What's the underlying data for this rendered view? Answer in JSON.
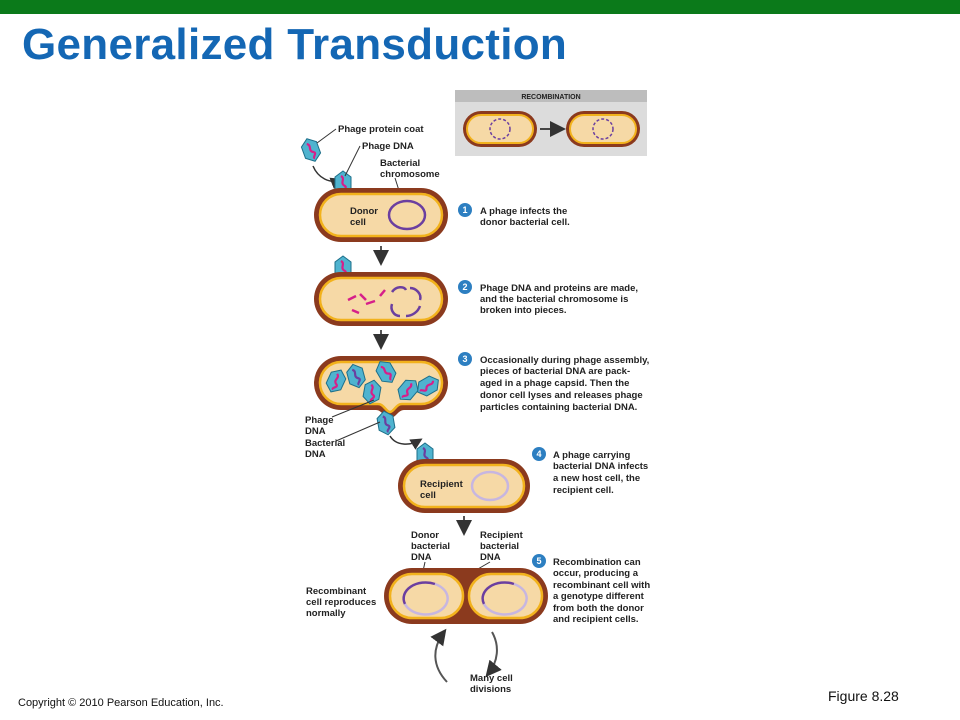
{
  "slide": {
    "title": "Generalized Transduction",
    "copyright": "Copyright © 2010 Pearson Education, Inc.",
    "figure": "Figure 8.28"
  },
  "diagram": {
    "recombination_header": "RECOMBINATION",
    "labels": {
      "phage_protein_coat": "Phage protein coat",
      "phage_dna": "Phage DNA",
      "bacterial_chromosome": [
        "Bacterial",
        "chromosome"
      ],
      "donor_cell": [
        "Donor",
        "cell"
      ],
      "phage_dna_2": [
        "Phage",
        "DNA"
      ],
      "bacterial_dna": [
        "Bacterial",
        "DNA"
      ],
      "recipient_cell": [
        "Recipient",
        "cell"
      ],
      "donor_bacterial_dna": [
        "Donor",
        "bacterial",
        "DNA"
      ],
      "recipient_bacterial_dna": [
        "Recipient",
        "bacterial",
        "DNA"
      ],
      "recombinant_cell": [
        "Recombinant",
        "cell reproduces",
        "normally"
      ],
      "many_cell_divisions": [
        "Many cell",
        "divisions"
      ]
    },
    "steps": [
      {
        "num": "1",
        "lines": [
          "A phage infects the",
          "donor bacterial cell."
        ]
      },
      {
        "num": "2",
        "lines": [
          "Phage DNA and proteins are made,",
          "and the bacterial chromosome is",
          "broken into pieces."
        ]
      },
      {
        "num": "3",
        "lines": [
          "Occasionally during phage assembly,",
          "pieces of bacterial DNA are pack-",
          "aged in a phage capsid. Then the",
          "donor cell lyses and releases phage",
          "particles containing bacterial DNA."
        ]
      },
      {
        "num": "4",
        "lines": [
          "A phage carrying",
          "bacterial DNA infects",
          "a new host cell, the",
          "recipient cell."
        ]
      },
      {
        "num": "5",
        "lines": [
          "Recombination can",
          "occur, producing a",
          "recombinant cell with",
          "a genotype different",
          "from both the donor",
          "and recipient cells."
        ]
      }
    ],
    "colors": {
      "title": "#1467b4",
      "topbar": "#0b7a1a",
      "cell_wall": "#8b3a1e",
      "cytoplasm": "#f6d9a6",
      "membrane": "#f2b21c",
      "bacterial_dna": "#6b3fa0",
      "phage_dna": "#d61f8a",
      "phage_capsid": "#4fb3cf",
      "step_badge": "#2d7fc1"
    }
  }
}
